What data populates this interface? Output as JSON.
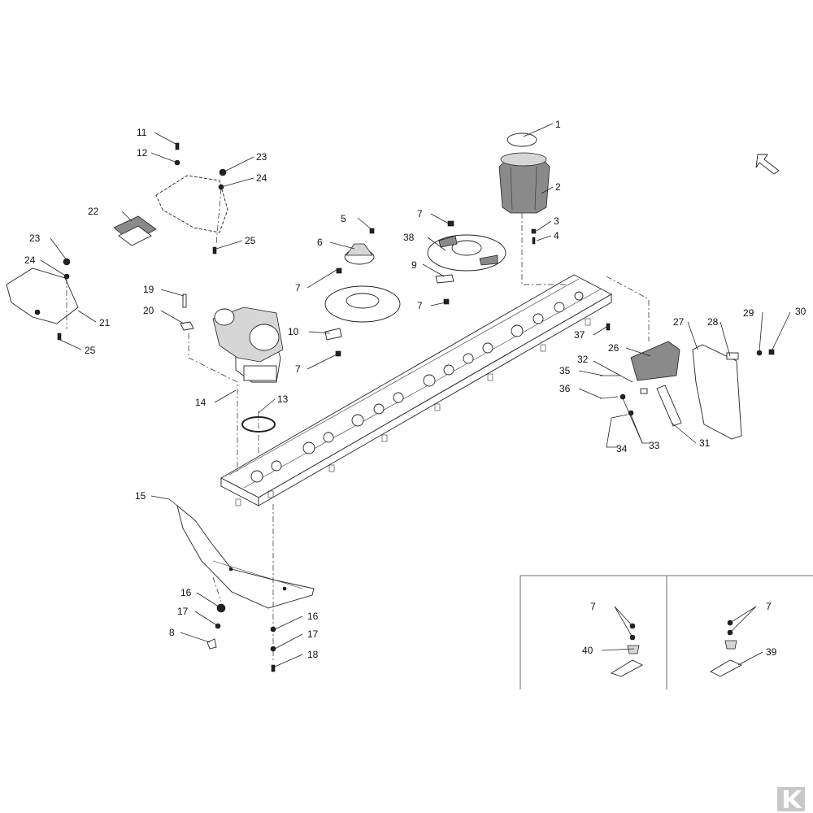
{
  "colors": {
    "line": "#222222",
    "part_dark": "#222222",
    "part_grey": "#8a8a8a",
    "background": "#ffffff"
  },
  "icons": {
    "direction_arrow": "direction-arrow-icon",
    "brand_logo": "k-logo-icon"
  },
  "callouts": {
    "c1": "1",
    "c2": "2",
    "c3": "3",
    "c4": "4",
    "c5": "5",
    "c6": "6",
    "c7a": "7",
    "c7b": "7",
    "c7c": "7",
    "c7d": "7",
    "c7e": "7",
    "c7f": "7",
    "c8": "8",
    "c9": "9",
    "c10": "10",
    "c11": "11",
    "c12": "12",
    "c13": "13",
    "c14": "14",
    "c15": "15",
    "c16a": "16",
    "c16b": "16",
    "c17a": "17",
    "c17b": "17",
    "c18": "18",
    "c19": "19",
    "c20": "20",
    "c21": "21",
    "c22": "22",
    "c23a": "23",
    "c23b": "23",
    "c24a": "24",
    "c24b": "24",
    "c25a": "25",
    "c25b": "25",
    "c26": "26",
    "c27": "27",
    "c28": "28",
    "c29": "29",
    "c30": "30",
    "c31": "31",
    "c32": "32",
    "c33": "33",
    "c34": "34",
    "c35": "35",
    "c36": "36",
    "c37": "37",
    "c38": "38",
    "c39": "39",
    "c40": "40"
  }
}
